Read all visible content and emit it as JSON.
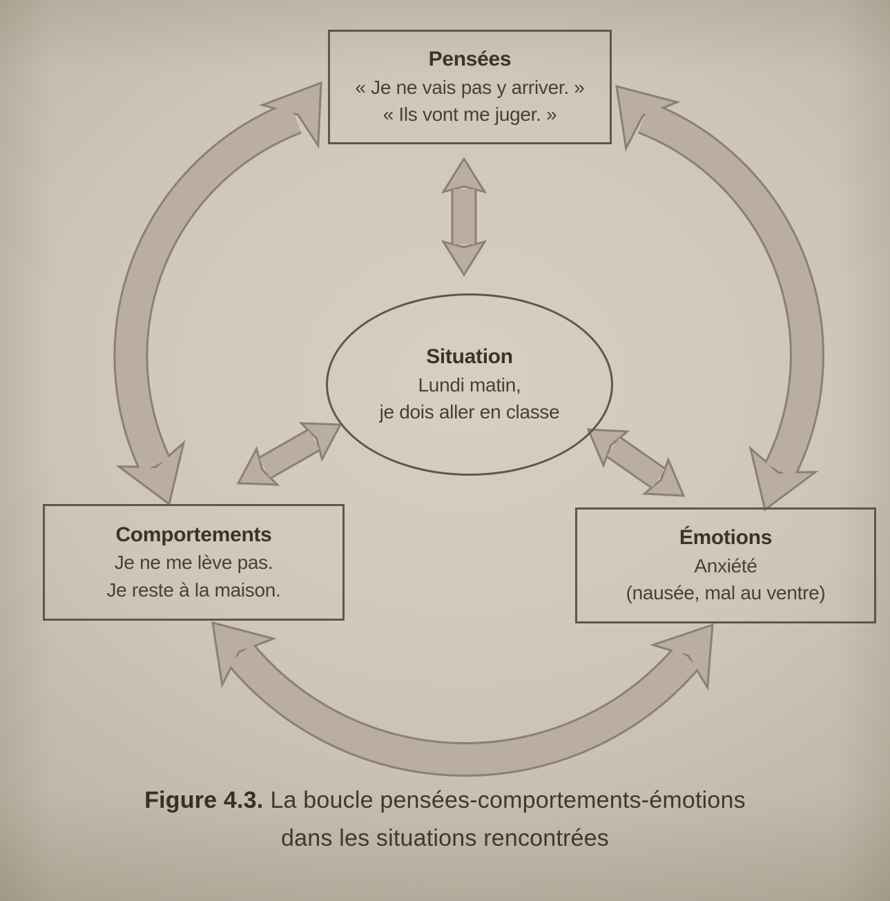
{
  "figure": {
    "nodes": {
      "pensees": {
        "title": "Pensées",
        "lines": [
          "« Je ne vais pas y arriver. »",
          "« Ils vont me juger. »"
        ]
      },
      "situation": {
        "title": "Situation",
        "lines": [
          "Lundi matin,",
          "je dois aller en classe"
        ]
      },
      "comportements": {
        "title": "Comportements",
        "lines": [
          "Je ne me lève pas.",
          "Je reste à la maison."
        ]
      },
      "emotions": {
        "title": "Émotions",
        "lines": [
          "Anxiété",
          "(nausée, mal au ventre)"
        ]
      }
    },
    "arrows": [
      {
        "name": "pensees-situation",
        "style": "straight-double",
        "from": "pensees",
        "to": "situation"
      },
      {
        "name": "pensees-comportements",
        "style": "curved-double",
        "from": "pensees",
        "to": "comportements"
      },
      {
        "name": "pensees-emotions",
        "style": "curved-double",
        "from": "pensees",
        "to": "emotions"
      },
      {
        "name": "situation-comportements",
        "style": "straight-double",
        "from": "situation",
        "to": "comportements"
      },
      {
        "name": "situation-emotions",
        "style": "straight-double",
        "from": "situation",
        "to": "emotions"
      },
      {
        "name": "comportements-emotions",
        "style": "curved-double",
        "from": "comportements",
        "to": "emotions"
      }
    ],
    "caption": {
      "bold": "Figure 4.3.",
      "rest": "La boucle pensées-comportements-émotions",
      "line2": "dans les situations rencontrées"
    },
    "colors": {
      "page": "#cfc6b8",
      "page_edge": "#a49a8a",
      "arrow_fill": "#b9aea0",
      "arrow_outline": "#8a8172",
      "box_border": "#5e574b",
      "text": "#453e33"
    }
  }
}
